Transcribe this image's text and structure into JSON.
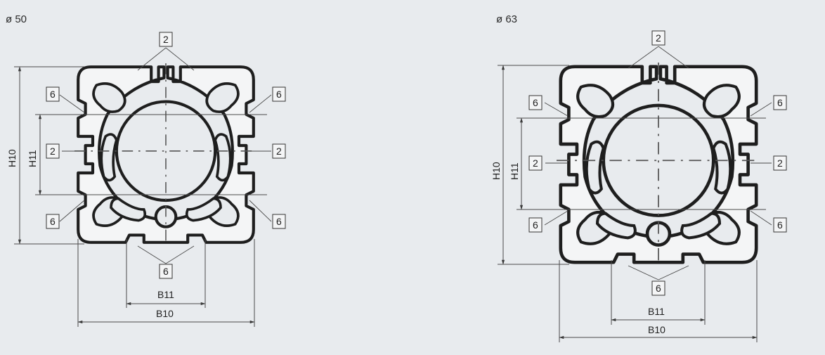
{
  "colors": {
    "background": "#e8ebee",
    "profile_fill": "#f4f5f6",
    "outline": "#1e1e1e",
    "dimension_line": "#4a4a4a"
  },
  "left": {
    "title": "ø 50",
    "labels": {
      "h10": "H10",
      "h11": "H11",
      "b10": "B10",
      "b11": "B11"
    },
    "callouts": [
      "2",
      "6",
      "6",
      "2",
      "2",
      "6",
      "6",
      "6"
    ]
  },
  "right": {
    "title": "ø 63",
    "labels": {
      "h10": "H10",
      "h11": "H11",
      "b10": "B10",
      "b11": "B11"
    },
    "callouts": [
      "2",
      "6",
      "6",
      "2",
      "2",
      "6",
      "6",
      "6"
    ]
  }
}
